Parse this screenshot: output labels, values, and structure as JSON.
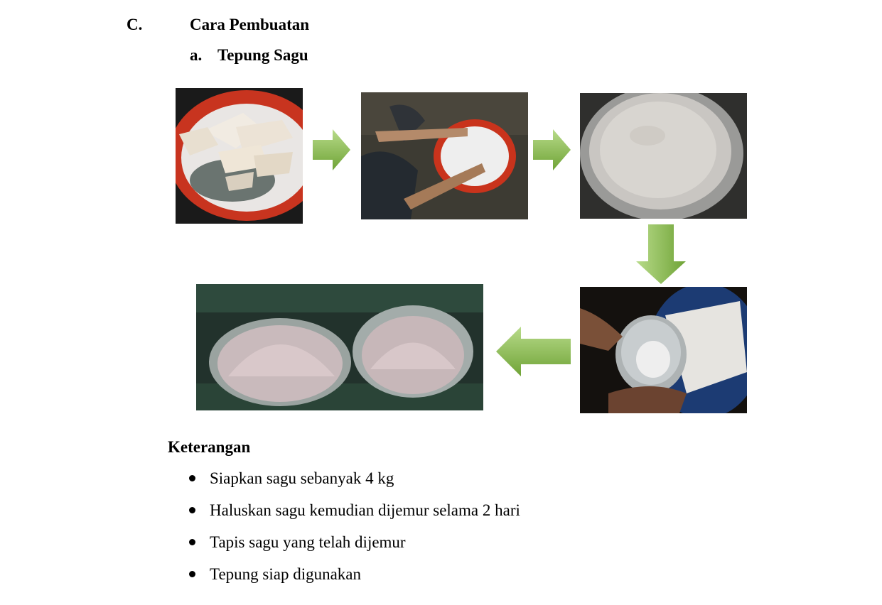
{
  "section": {
    "number": "C.",
    "title": "Cara Pembuatan",
    "sub_letter": "a.",
    "sub_title": "Tepung Sagu"
  },
  "photos": [
    {
      "name": "raw-sago-chunks-photo",
      "icon": "photo-icon"
    },
    {
      "name": "crushing-sago-photo",
      "icon": "photo-icon"
    },
    {
      "name": "dried-sago-basin-photo",
      "icon": "photo-icon"
    },
    {
      "name": "sifting-sago-photo",
      "icon": "photo-icon"
    },
    {
      "name": "sago-flour-bowls-photo",
      "icon": "photo-icon"
    }
  ],
  "arrow_color": "#8cbd4a",
  "keterangan": {
    "heading": "Keterangan",
    "items": [
      "Siapkan sagu sebanyak 4 kg",
      "Haluskan sagu kemudian dijemur selama 2 hari",
      "Tapis sagu yang telah dijemur",
      "Tepung siap digunakan"
    ]
  }
}
